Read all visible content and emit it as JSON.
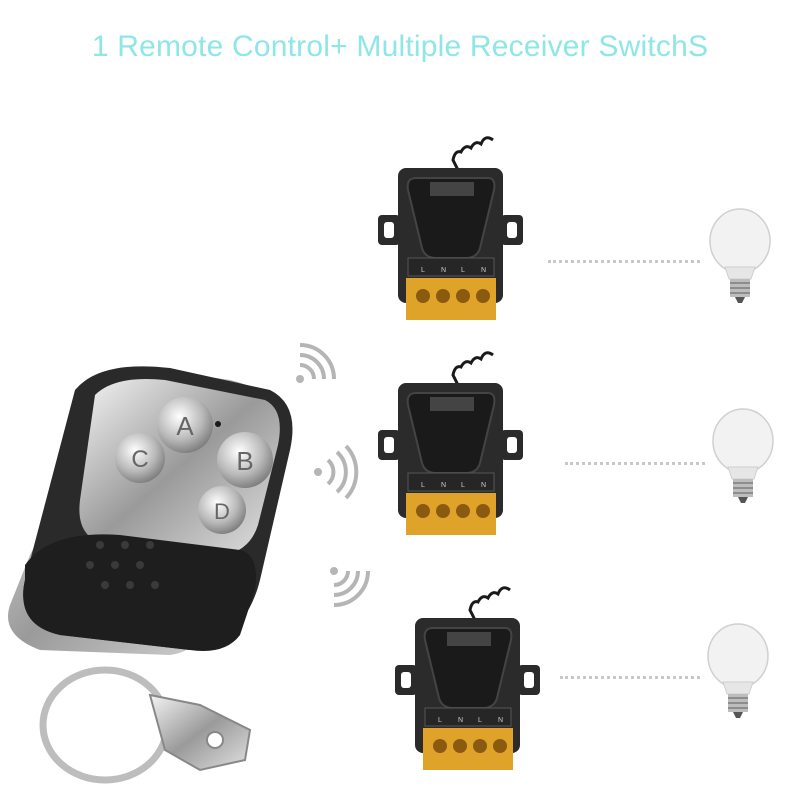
{
  "title": "1 Remote Control+ Multiple Receiver SwitchS",
  "remote": {
    "buttons": [
      "A",
      "B",
      "C",
      "D"
    ]
  },
  "receivers": [
    {
      "terminal_labels": [
        "L",
        "N",
        "L",
        "N"
      ]
    },
    {
      "terminal_labels": [
        "L",
        "N",
        "L",
        "N"
      ]
    },
    {
      "terminal_labels": [
        "L",
        "N",
        "L",
        "N"
      ]
    }
  ],
  "colors": {
    "title": "#8fe6e6",
    "receiver_body": "#2b2b2b",
    "terminal": "#e0a32a",
    "bulb": "#f2f2f2",
    "signal": "#b5b5b5"
  }
}
